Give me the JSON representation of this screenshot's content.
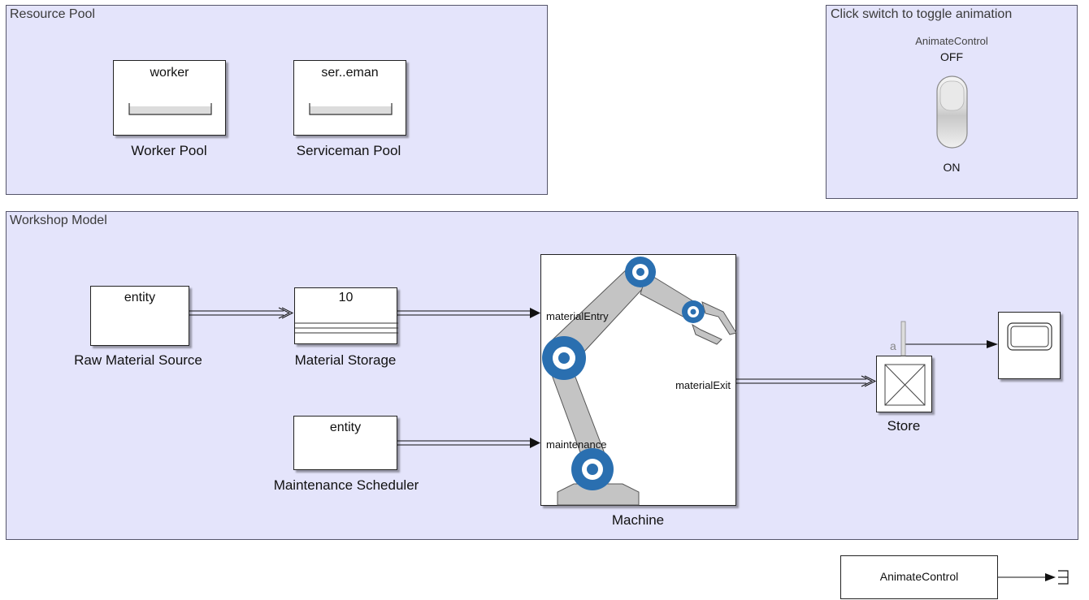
{
  "resource_pool": {
    "title": "Resource Pool",
    "worker_block_text": "worker",
    "worker_label": "Worker Pool",
    "serviceman_block_text": "ser..eman",
    "serviceman_label": "Serviceman Pool"
  },
  "animation_panel": {
    "title": "Click switch to toggle animation",
    "variable": "AnimateControl",
    "off_label": "OFF",
    "on_label": "ON",
    "state": "OFF"
  },
  "workshop": {
    "title": "Workshop Model",
    "source_block_text": "entity",
    "source_label": "Raw Material Source",
    "storage_capacity": "10",
    "storage_label": "Material Storage",
    "scheduler_block_text": "entity",
    "scheduler_label": "Maintenance Scheduler",
    "machine_label": "Machine",
    "machine_ports": {
      "entry": "materialEntry",
      "maintenance": "maintenance",
      "exit": "materialExit"
    },
    "store_label": "Store",
    "store_port": "a"
  },
  "constant_block": {
    "text": "AnimateControl"
  },
  "colors": {
    "area_fill": "#e4e4fb",
    "robot_joint": "#2a6fb0",
    "robot_link": "#c4c4c4"
  },
  "icons": [
    "bin-icon",
    "robot-arm-icon",
    "scope-icon",
    "store-x-icon",
    "toggle-switch-icon",
    "goto-terminator-icon"
  ]
}
